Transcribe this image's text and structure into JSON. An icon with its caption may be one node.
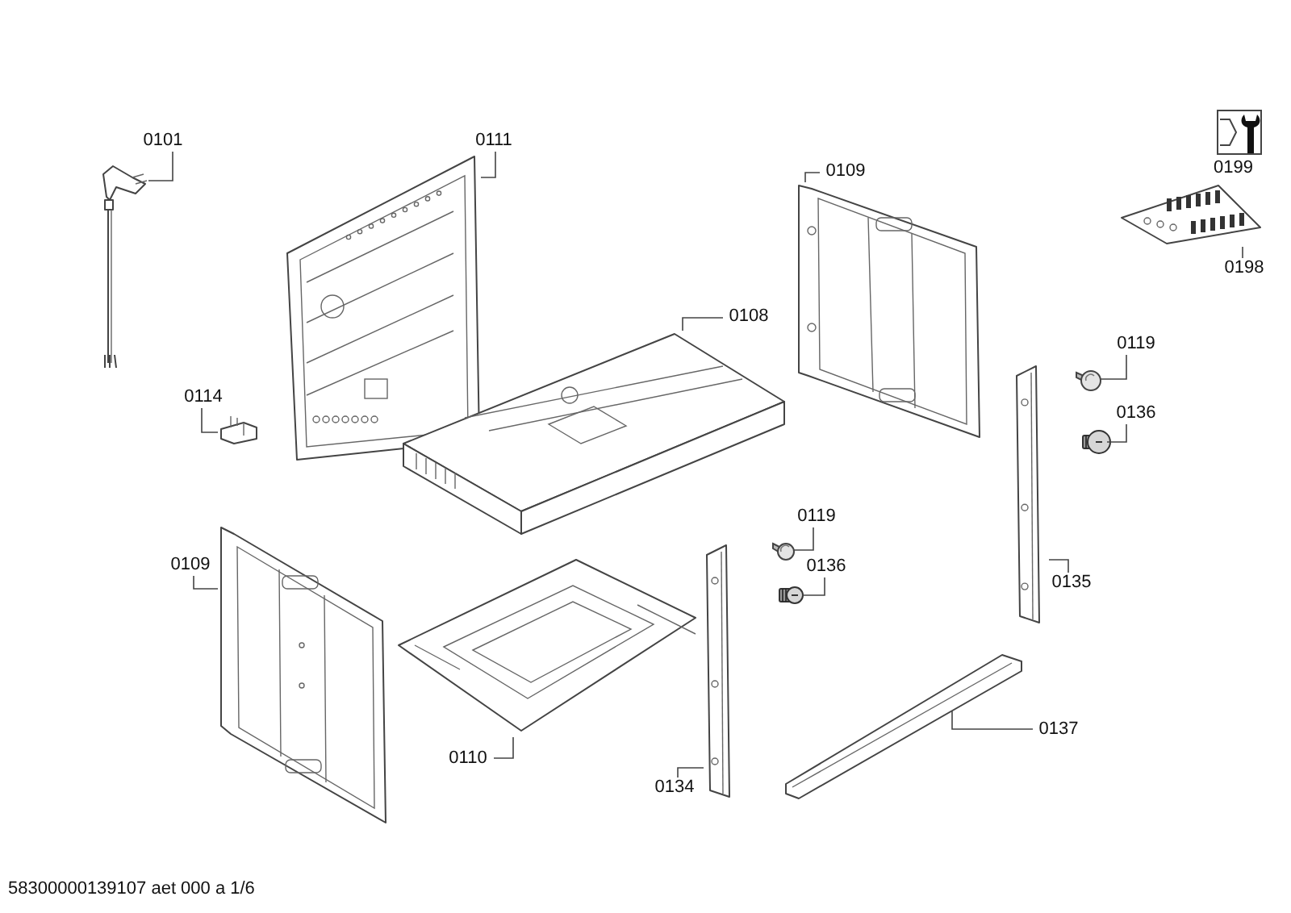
{
  "diagram": {
    "nodes": [
      {
        "text": [
          "0101"
        ]
      },
      {
        "text": [],
        "shape": "picture"
      },
      {
        "text": [
          "0111"
        ]
      },
      {
        "text": [],
        "shape": "picture"
      },
      {
        "text": [
          "0114"
        ]
      },
      {
        "text": [],
        "shape": "picture"
      },
      {
        "text": [
          "0108"
        ]
      },
      {
        "text": [],
        "shape": "picture"
      },
      {
        "text": [
          "0109"
        ]
      },
      {
        "text": [],
        "shape": "picture"
      },
      {
        "text": [
          "0119"
        ]
      },
      {
        "text": [],
        "shape": "picture"
      },
      {
        "text": [
          "0136"
        ]
      },
      {
        "text": [],
        "shape": "picture"
      },
      {
        "text": [
          "0198"
        ]
      },
      {
        "text": [],
        "shape": "picture"
      },
      {
        "text": [
          "0119"
        ]
      },
      {
        "text": [],
        "shape": "picture"
      },
      {
        "text": [
          "0136"
        ]
      },
      {
        "text": [],
        "shape": "picture"
      },
      {
        "text": [
          "0109"
        ]
      },
      {
        "text": [],
        "shape": "picture"
      },
      {
        "text": [
          "0135"
        ]
      },
      {
        "text": [],
        "shape": "picture"
      },
      {
        "text": [
          "0110"
        ]
      },
      {
        "text": [],
        "shape": "picture"
      },
      {
        "text": [
          "0137"
        ]
      },
      {
        "text": [],
        "shape": "picture"
      },
      {
        "text": [
          "0134"
        ]
      },
      {
        "text": [],
        "shape": "picture"
      }
    ],
    "edges": [
      {
        "from": 0,
        "to": 1,
        "arrow": "none"
      },
      {
        "from": 2,
        "to": 3,
        "arrow": "none"
      },
      {
        "from": 4,
        "to": 5,
        "arrow": "none"
      },
      {
        "from": 6,
        "to": 7,
        "arrow": "none"
      },
      {
        "from": 8,
        "to": 9,
        "arrow": "none"
      },
      {
        "from": 10,
        "to": 11,
        "arrow": "none"
      },
      {
        "from": 12,
        "to": 13,
        "arrow": "none"
      },
      {
        "from": 14,
        "to": 15,
        "arrow": "none"
      },
      {
        "from": 16,
        "to": 17,
        "arrow": "none"
      },
      {
        "from": 18,
        "to": 19,
        "arrow": "none"
      },
      {
        "from": 20,
        "to": 21,
        "arrow": "none"
      },
      {
        "from": 22,
        "to": 23,
        "arrow": "none"
      },
      {
        "from": 24,
        "to": 25,
        "arrow": "none"
      },
      {
        "from": 26,
        "to": 27,
        "arrow": "none"
      },
      {
        "from": 28,
        "to": 29,
        "arrow": "none"
      }
    ],
    "labels": [
      "0199",
      "58300000139107 aet 000 a 1/6"
    ]
  }
}
